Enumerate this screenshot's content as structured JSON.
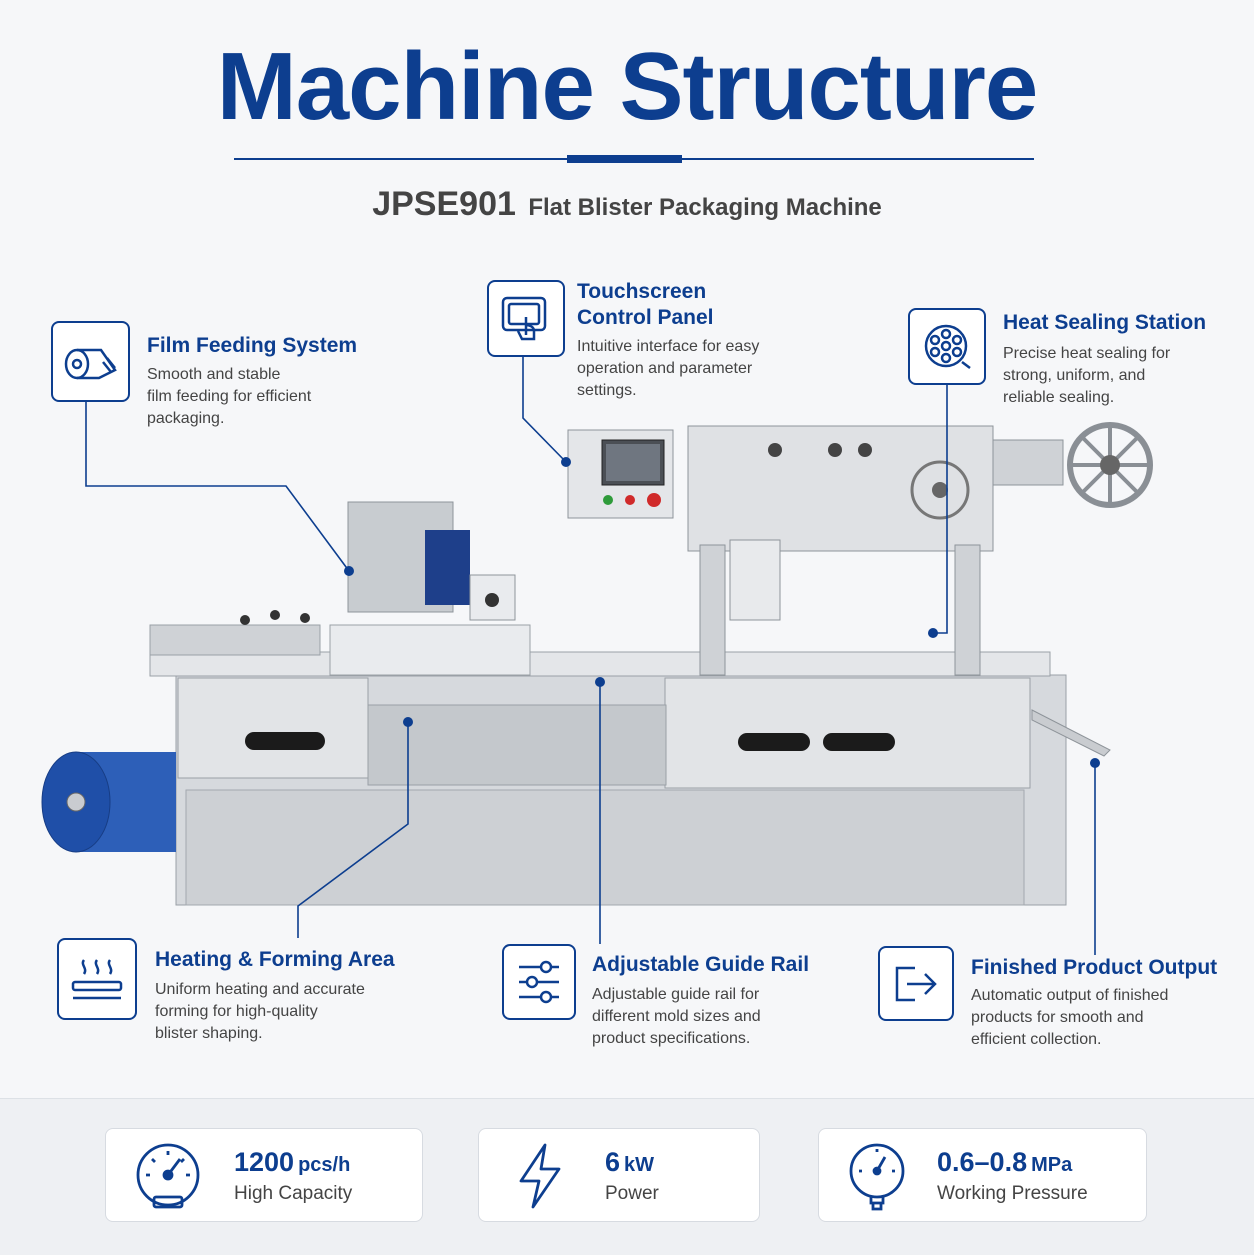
{
  "header": {
    "title": "Machine Structure",
    "model": "JPSE901",
    "machine_name": "Flat Blister Packaging Machine"
  },
  "features": [
    {
      "title_lines": [
        "Film Feeding System"
      ],
      "desc_lines": [
        "Smooth and stable",
        "film feeding for efficient",
        "packaging."
      ],
      "icon": "film-roll-icon"
    },
    {
      "title_lines": [
        "Touchscreen",
        "Control Panel"
      ],
      "desc_lines": [
        "Intuitive interface for easy",
        "operation and parameter",
        "settings."
      ],
      "icon": "touchscreen-icon"
    },
    {
      "title_lines": [
        "Heat Sealing Station"
      ],
      "desc_lines": [
        "Precise heat sealing for",
        "strong, uniform, and",
        "reliable sealing."
      ],
      "icon": "sealing-roller-icon"
    },
    {
      "title_lines": [
        "Heating & Forming Area"
      ],
      "desc_lines": [
        "Uniform heating and accurate",
        "forming for high-quality",
        "blister shaping."
      ],
      "icon": "heating-icon"
    },
    {
      "title_lines": [
        "Adjustable Guide Rail"
      ],
      "desc_lines": [
        "Adjustable guide rail for",
        "different mold sizes and",
        "product specifications."
      ],
      "icon": "sliders-icon"
    },
    {
      "title_lines": [
        "Finished Product Output"
      ],
      "desc_lines": [
        "Automatic output of finished",
        "products for smooth and",
        "efficient collection."
      ],
      "icon": "output-icon"
    }
  ],
  "specs": [
    {
      "value": "1200",
      "unit": "pcs/h",
      "label": "High Capacity",
      "icon": "speedometer-icon"
    },
    {
      "value": "6",
      "unit": "kW",
      "label": "Power",
      "icon": "lightning-icon"
    },
    {
      "value": "0.6–0.8",
      "unit": "MPa",
      "label": "Working Pressure",
      "icon": "pressure-gauge-icon"
    }
  ],
  "colors": {
    "accent": "#0d3e8f",
    "text": "#444444",
    "steel": "#d4d7db",
    "roll": "#1f4fa8"
  }
}
